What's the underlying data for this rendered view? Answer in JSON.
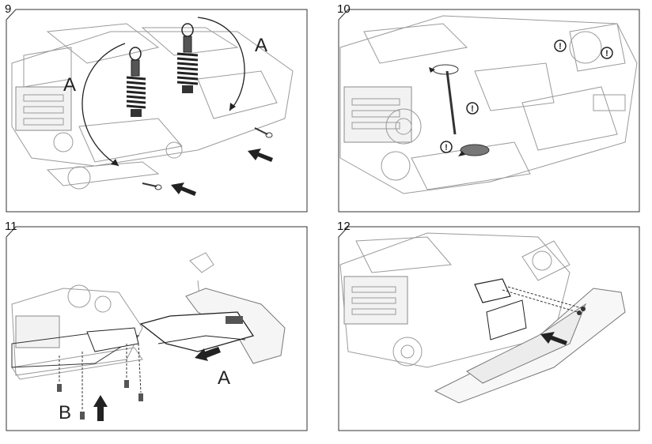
{
  "panels": [
    {
      "step": "9",
      "labels": [
        "A",
        "A"
      ]
    },
    {
      "step": "10",
      "labels": []
    },
    {
      "step": "11",
      "labels": [
        "A",
        "B"
      ]
    },
    {
      "step": "12",
      "labels": []
    }
  ],
  "colors": {
    "line": "#333333",
    "art": "#9a9a9a",
    "arrow": "#222222",
    "frame": "#333333"
  },
  "icons": [
    "arrow-icon",
    "warning-icon",
    "screw-icon",
    "shock-absorber-icon",
    "curved-arrow-icon"
  ]
}
